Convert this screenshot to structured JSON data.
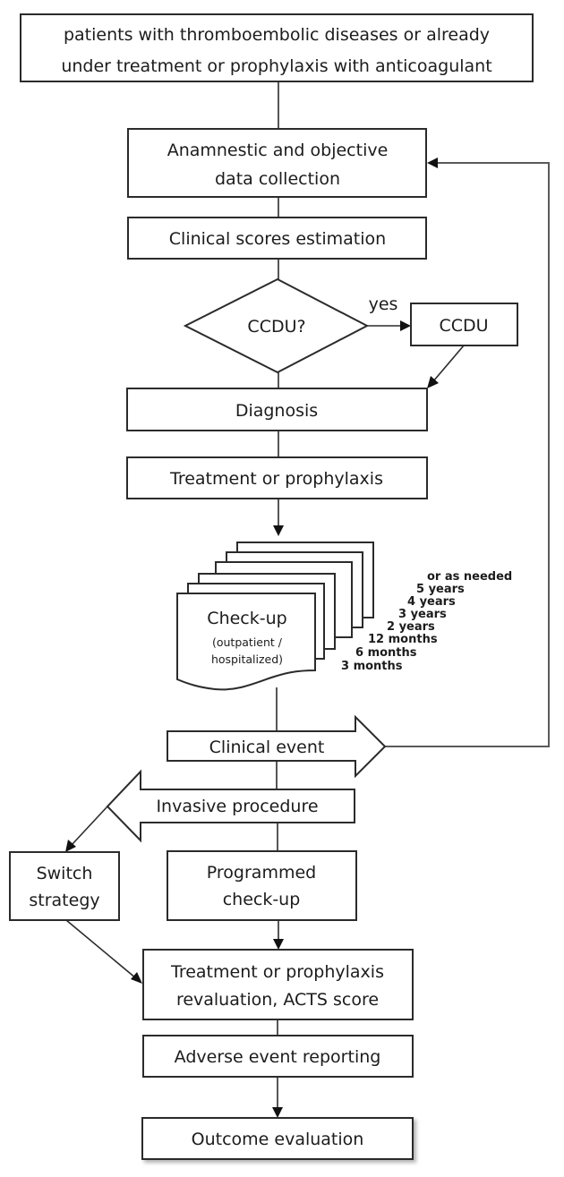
{
  "diagram": {
    "type": "flowchart",
    "nodes": {
      "start": {
        "lines": [
          "patients with thromboembolic diseases or already",
          "under treatment or prophylaxis with anticoagulant"
        ]
      },
      "data_collection": {
        "lines": [
          "Anamnestic and objective",
          "data collection"
        ]
      },
      "scores": {
        "label": "Clinical scores estimation"
      },
      "decision": {
        "label": "CCDU?"
      },
      "yes_label": "yes",
      "ccdu": {
        "label": "CCDU"
      },
      "diagnosis": {
        "label": "Diagnosis"
      },
      "treatment": {
        "label": "Treatment or prophylaxis"
      },
      "checkup": {
        "title": "Check-up",
        "sub_lines": [
          "(outpatient /",
          "hospitalized)"
        ]
      },
      "intervals": [
        "or as needed",
        "5 years",
        "4 years",
        "3 years",
        "2 years",
        "12 months",
        "6 months",
        "3 months"
      ],
      "clinical_event": {
        "label": "Clinical event"
      },
      "invasive": {
        "label": "Invasive procedure"
      },
      "switch": {
        "lines": [
          "Switch",
          "strategy"
        ]
      },
      "programmed": {
        "lines": [
          "Programmed",
          "check-up"
        ]
      },
      "revaluation": {
        "lines": [
          "Treatment or prophylaxis",
          "revaluation, ACTS score"
        ]
      },
      "adverse": {
        "label": "Adverse event reporting"
      },
      "outcome": {
        "label": "Outcome evaluation"
      }
    },
    "edges": [
      [
        "start",
        "data_collection"
      ],
      [
        "data_collection",
        "scores"
      ],
      [
        "scores",
        "decision"
      ],
      [
        "decision",
        "ccdu",
        "yes"
      ],
      [
        "decision",
        "diagnosis"
      ],
      [
        "ccdu",
        "diagnosis"
      ],
      [
        "diagnosis",
        "treatment"
      ],
      [
        "treatment",
        "checkup"
      ],
      [
        "checkup",
        "clinical_event"
      ],
      [
        "clinical_event",
        "data_collection"
      ],
      [
        "clinical_event",
        "invasive"
      ],
      [
        "invasive",
        "switch"
      ],
      [
        "invasive",
        "programmed"
      ],
      [
        "switch",
        "revaluation"
      ],
      [
        "programmed",
        "revaluation"
      ],
      [
        "revaluation",
        "adverse"
      ],
      [
        "adverse",
        "outcome"
      ]
    ]
  }
}
